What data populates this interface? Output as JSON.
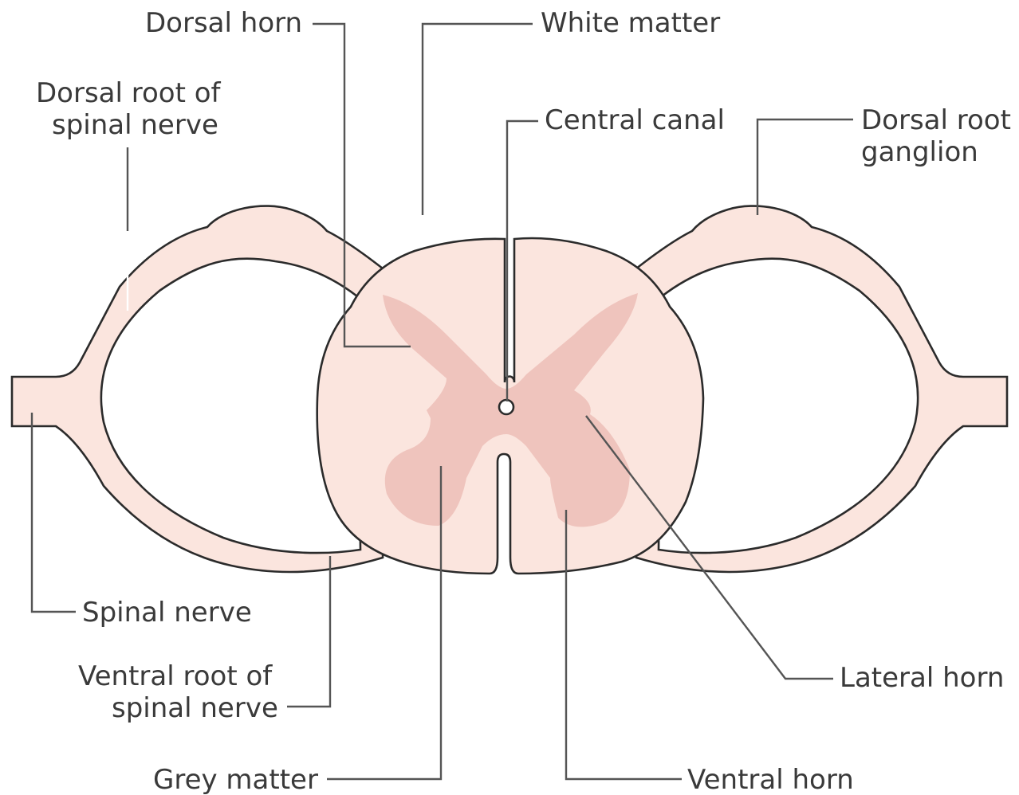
{
  "labels": {
    "dorsal_horn": "Dorsal horn",
    "white_matter": "White matter",
    "dorsal_root_line1": "Dorsal root of",
    "dorsal_root_line2": "spinal nerve",
    "central_canal": "Central canal",
    "dorsal_root_ganglion_line1": "Dorsal root",
    "dorsal_root_ganglion_line2": "ganglion",
    "spinal_nerve": "Spinal nerve",
    "ventral_root_line1": "Ventral root of",
    "ventral_root_line2": "spinal nerve",
    "lateral_horn": "Lateral horn",
    "grey_matter": "Grey matter",
    "ventral_horn": "Ventral horn"
  },
  "colors": {
    "white_matter_fill": "#fbe5de",
    "grey_matter_fill": "#efc4bd",
    "outline": "#2b2b2b",
    "leader_line": "#555555",
    "label_text": "#3a3a3a"
  }
}
